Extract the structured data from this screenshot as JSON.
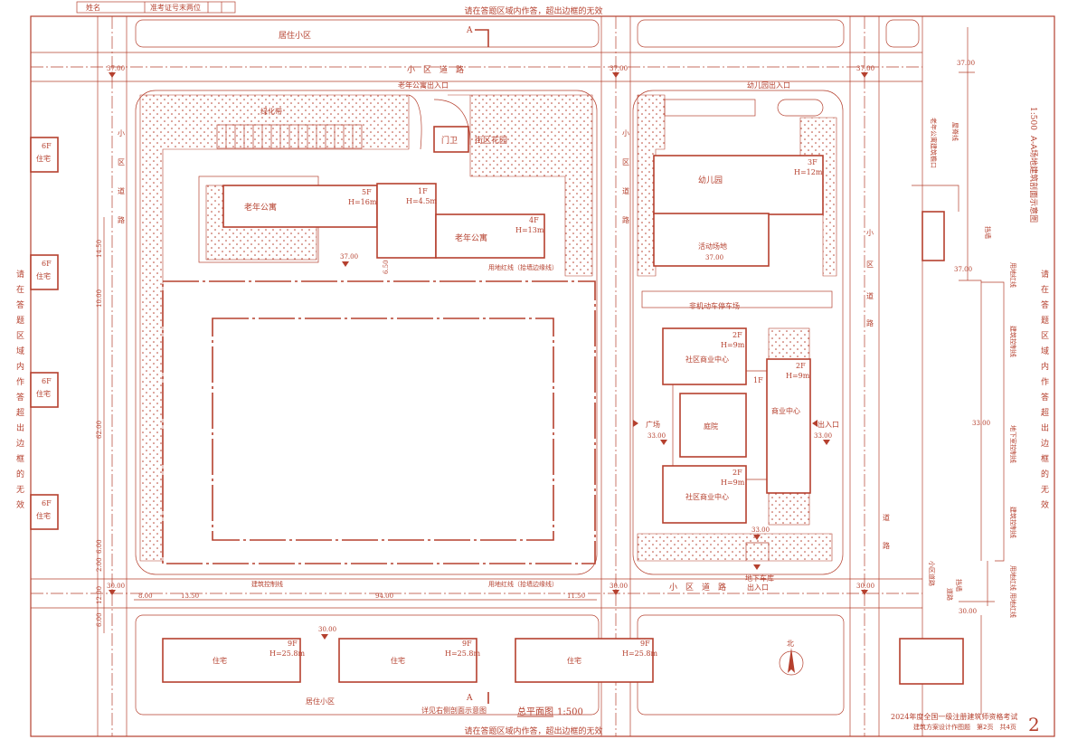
{
  "header": {
    "name_label": "姓名",
    "exam_id_label": "准考证号末两位",
    "top_notice": "请在答题区域内作答，超出边框的无效",
    "bottom_notice": "请在答题区域内作答，超出边框的无效",
    "side_notice": "请在答题区域内作答，超出边框的无效"
  },
  "site": {
    "residential_top": "居住小区",
    "residential_bottom": "居住小区",
    "road_top": "小　区　道　路",
    "road_bottom": "小　区　道　路",
    "road_left": "小区道路",
    "road_mid": "小区道路",
    "road_right": "小区道路",
    "elderly_entrance": "老年公寓出入口",
    "kindergarten_entrance": "幼儿园出入口",
    "greenbelt": "绿化带",
    "gate_room": "门卫",
    "street_garden": "街区花园",
    "elderly_apt_1": "老年公寓",
    "elderly_apt_1_floors": "5F",
    "elderly_apt_1_height": "H=16m",
    "link_floors": "1F",
    "link_height": "H=4.5m",
    "elderly_apt_2": "老年公寓",
    "elderly_apt_2_floors": "4F",
    "elderly_apt_2_height": "H=13m",
    "kindergarten": "幼儿园",
    "kindergarten_floors": "3F",
    "kindergarten_height": "H=12m",
    "play_area": "活动场地",
    "play_elev": "37.00",
    "bike_parking": "非机动车停车场",
    "community_center_1": "社区商业中心",
    "community_center_2": "社区商业中心",
    "cc_floors": "2F",
    "cc_height": "H=9m",
    "courtyard": "庭院",
    "commercial_center": "商业中心",
    "commercial_floors": "2F",
    "commercial_height": "H=9m",
    "one_f": "1F",
    "plaza": "广场",
    "plaza_elev": "33.00",
    "exit_right": "出入口",
    "exit_right_elev": "33.00",
    "garage_elev": "33.00",
    "garage_entrance_1": "地下车库",
    "garage_entrance_2": "出入口",
    "redline_top": "用地红线（拾墙边缘线）",
    "redline_bottom": "用地红线（拾墙边缘线）",
    "setback_line": "建筑控制线",
    "residence_label": "住宅",
    "residence_floors": "9F",
    "residence_height": "H=25.8m",
    "west_residence": "住宅",
    "west_floors": "6F",
    "elev_37": "37.00",
    "elev_30": "30.00",
    "dim_800": "8.00",
    "dim_1350": "13.50",
    "dim_9400": "94.00",
    "dim_1150": "11.50",
    "dim_1450": "14.50",
    "dim_1000": "10.00",
    "dim_6200": "62.00",
    "dim_600": "6.00",
    "dim_200": "2.00",
    "dim_1200": "12.00",
    "dim_650": "6.50",
    "section_mark": "A",
    "see_section": "详见右侧剖面示意图",
    "north": "北",
    "plan_title": "总平面图",
    "plan_scale": "1:500",
    "section_title": "A-A场地建筑剖面示意图",
    "section_scale": "1:500"
  },
  "section_labels": {
    "elderly_apt_ridge": "老年公寓建筑檐口",
    "roof_line": "屋脊线",
    "elev_37": "37.00",
    "elev_33": "33.00",
    "elev_30": "30.00",
    "redline": "用地红线",
    "setback_1": "建筑控制线",
    "underground_setback": "地下室控制线",
    "setback_2": "建筑控制线",
    "community_road": "小区道路",
    "wall": "挡墙",
    "retaining": "挡墙",
    "redline_2": "用地红线",
    "bottom_redline": "用地红线",
    "elev_note": "道路"
  },
  "footer": {
    "exam_title": "2024年度全国一级注册建筑师资格考试",
    "sheet_info": "建筑方案设计作图题　第2页　共4页"
  }
}
